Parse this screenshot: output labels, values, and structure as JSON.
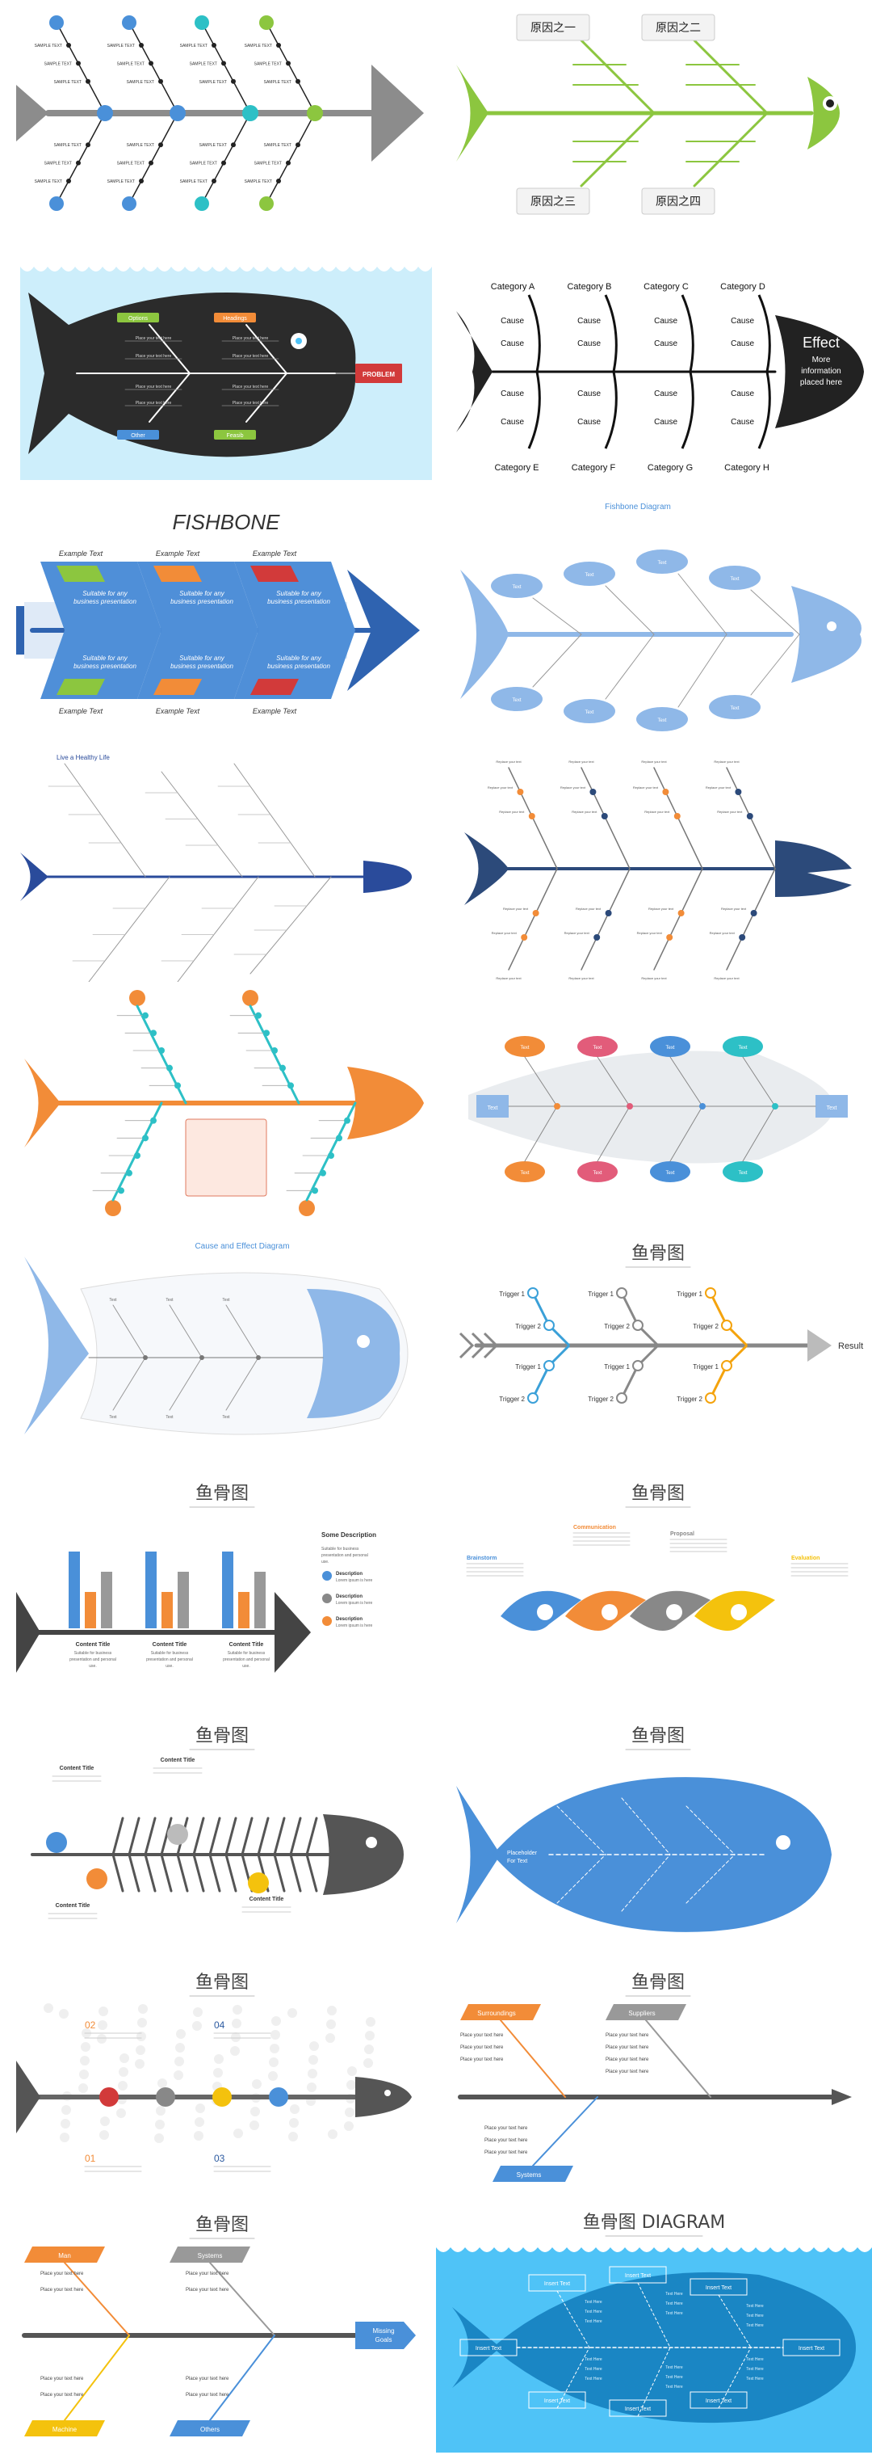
{
  "colors": {
    "blue_light": "#8fb8e8",
    "blue_mid": "#4a90d9",
    "blue_dark": "#2c4a7a",
    "orange": "#f28c38",
    "teal": "#2dc0c6",
    "green": "#8cc63f",
    "grey": "#7a7a7a",
    "red": "#d23a3a",
    "yellow": "#f4c20d",
    "sky": "#4fc3f7",
    "white": "#ffffff"
  },
  "panel1": {
    "label": "SAMPLE TEXT"
  },
  "panel2": {
    "causes": [
      "原因之一",
      "原因之二",
      "原因之三",
      "原因之四"
    ]
  },
  "panel3": {
    "tags": [
      "Options",
      "Headings",
      "Other",
      "Feasib"
    ],
    "problem": "PROBLEM",
    "line": "Place your text here"
  },
  "panel4": {
    "categories": [
      "Category A",
      "Category B",
      "Category C",
      "Category D",
      "Category E",
      "Category F",
      "Category G",
      "Category H"
    ],
    "cause": "Cause",
    "effect": [
      "Effect",
      "More",
      "information",
      "placed here"
    ]
  },
  "panel5": {
    "title": "FISHBONE",
    "example": "Example Text",
    "desc": [
      "Suitable for any",
      "business presentation"
    ]
  },
  "panel6": {
    "title": "Fishbone Diagram",
    "oval": "Text"
  },
  "panel7": {
    "title": "Live a Healthy Life"
  },
  "panel8": {
    "note": "Replace your text"
  },
  "panel10": {
    "box": "Text"
  },
  "panel11": {
    "title": "Cause and Effect Diagram",
    "label": "Text"
  },
  "panel12": {
    "title": "鱼骨图",
    "triggers": [
      "Trigger 1",
      "Trigger 2"
    ],
    "result": "Result"
  },
  "panel13": {
    "title": "鱼骨图",
    "content": "Content Title",
    "sub": [
      "Suitable for business",
      "presentation and personal",
      "use."
    ],
    "some": "Some Description",
    "desc": "Description",
    "desc_sub": "Lorem ipsum is here"
  },
  "panel14": {
    "title": "鱼骨图",
    "labels": [
      "Brainstorm",
      "Communication",
      "Proposal",
      "Evaluation"
    ]
  },
  "panel15": {
    "title": "鱼骨图",
    "content": "Content Title"
  },
  "panel16": {
    "title": "鱼骨图",
    "placeholder": [
      "Placeholder",
      "For Text"
    ]
  },
  "panel17": {
    "title": "鱼骨图",
    "nums": [
      "02",
      "04",
      "01",
      "03"
    ]
  },
  "panel18": {
    "title": "鱼骨图",
    "tags": [
      "Surroundings",
      "Suppliers",
      "Systems"
    ],
    "line": "Place your text here"
  },
  "panel19": {
    "title": "鱼骨图",
    "tags": [
      "Man",
      "Systems",
      "Machine",
      "Others"
    ],
    "effect": [
      "Missing",
      "Goals"
    ],
    "line": "Place your text here"
  },
  "panel20": {
    "title": "鱼骨图 DIAGRAM",
    "insert": "Insert Text",
    "small": "Text Here"
  }
}
